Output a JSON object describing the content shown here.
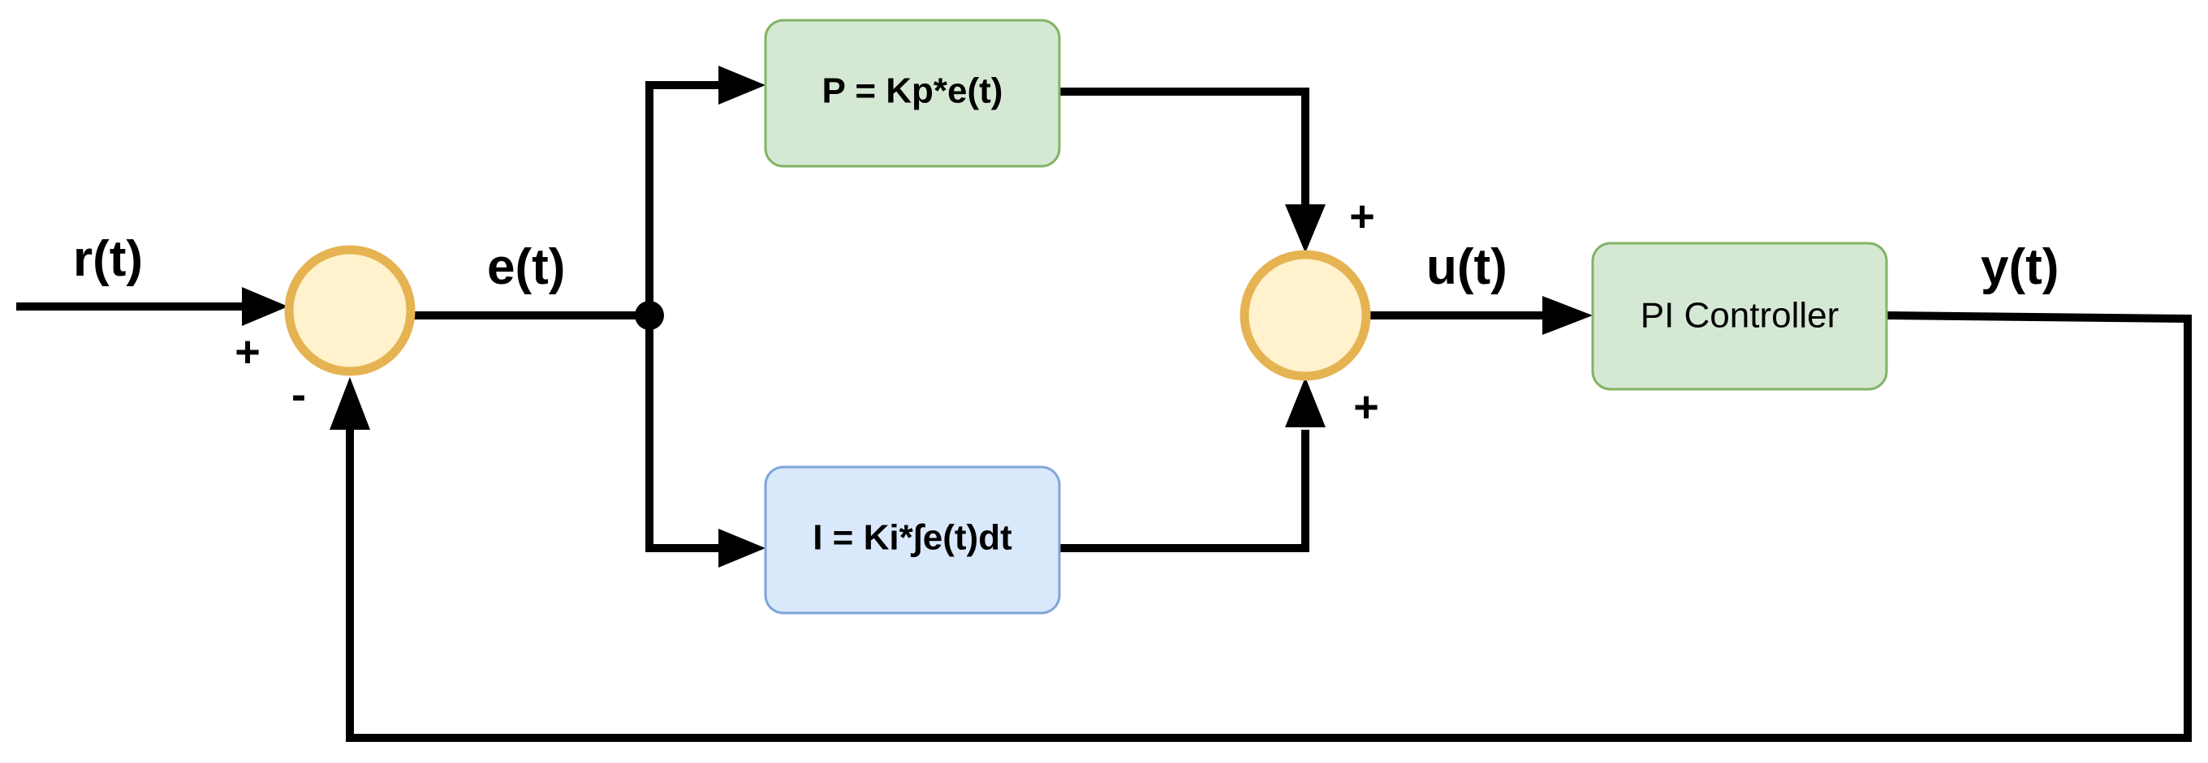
{
  "signals": {
    "r": "r(t)",
    "e": "e(t)",
    "u": "u(t)",
    "y": "y(t)"
  },
  "signs": {
    "sum1_plus": "+",
    "sum1_minus": "-",
    "sum2_top_plus": "+",
    "sum2_bottom_plus": "+"
  },
  "blocks": {
    "proportional": "P = Kp*e(t)",
    "integral": "I = Ki*∫e(t)dt",
    "plant": "PI Controller"
  },
  "colors": {
    "sum_fill": "#fff2cc",
    "sum_stroke": "#e6b352",
    "green_fill": "#d5e8d4",
    "green_stroke": "#82b366",
    "blue_fill": "#dae8fc",
    "blue_stroke": "#7ea6d8",
    "wire": "#000000"
  }
}
